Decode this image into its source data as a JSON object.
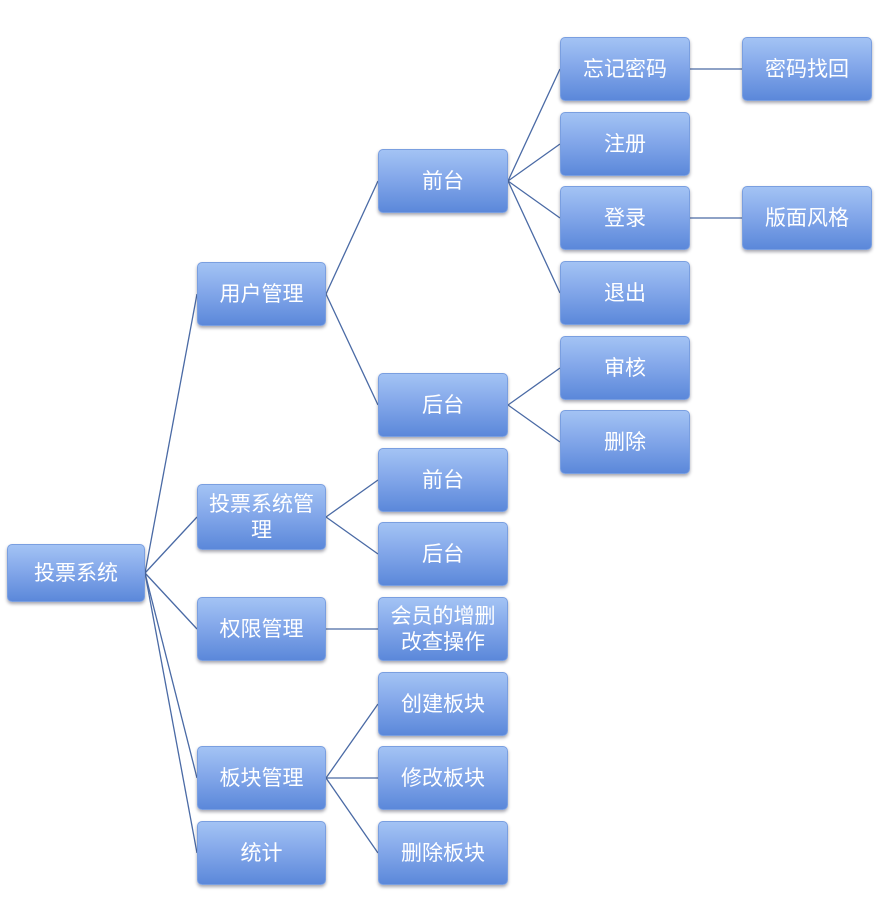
{
  "nodes": {
    "root": "投票系统",
    "user_mgmt": "用户管理",
    "front1": "前台",
    "back1": "后台",
    "forgot_pwd": "忘记密码",
    "pwd_recover": "密码找回",
    "register": "注册",
    "login": "登录",
    "layout_style": "版面风格",
    "logout": "退出",
    "review": "审核",
    "delete": "删除",
    "vote_mgmt": "投票系统管理",
    "front2": "前台",
    "back2": "后台",
    "perm_mgmt": "权限管理",
    "member_crud": "会员的增删改查操作",
    "board_mgmt": "板块管理",
    "create_board": "创建板块",
    "modify_board": "修改板块",
    "delete_board": "删除板块",
    "stats": "统计"
  },
  "edges": [
    [
      "root",
      "user_mgmt"
    ],
    [
      "root",
      "vote_mgmt"
    ],
    [
      "root",
      "perm_mgmt"
    ],
    [
      "root",
      "board_mgmt"
    ],
    [
      "root",
      "stats"
    ],
    [
      "user_mgmt",
      "front1"
    ],
    [
      "user_mgmt",
      "back1"
    ],
    [
      "front1",
      "forgot_pwd"
    ],
    [
      "front1",
      "register"
    ],
    [
      "front1",
      "login"
    ],
    [
      "front1",
      "logout"
    ],
    [
      "forgot_pwd",
      "pwd_recover"
    ],
    [
      "login",
      "layout_style"
    ],
    [
      "back1",
      "review"
    ],
    [
      "back1",
      "delete"
    ],
    [
      "vote_mgmt",
      "front2"
    ],
    [
      "vote_mgmt",
      "back2"
    ],
    [
      "perm_mgmt",
      "member_crud"
    ],
    [
      "board_mgmt",
      "create_board"
    ],
    [
      "board_mgmt",
      "modify_board"
    ],
    [
      "board_mgmt",
      "delete_board"
    ]
  ]
}
